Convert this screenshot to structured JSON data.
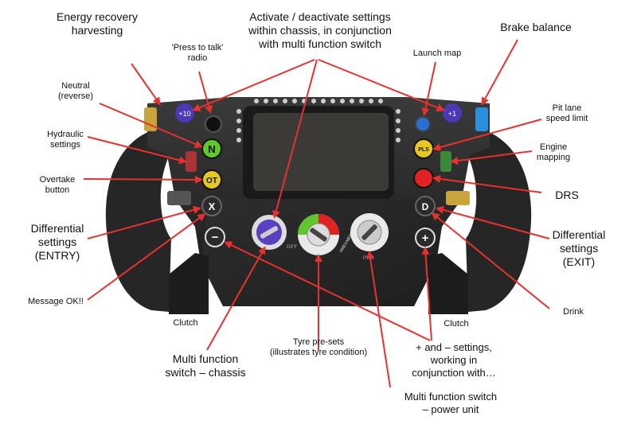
{
  "labels": {
    "energy_recovery": "Energy recovery\nharvesting",
    "press_to_talk": "'Press to talk'\nradio",
    "activate_settings": "Activate / deactivate settings\nwithin chassis, in conjunction\nwith multi function switch",
    "launch_map": "Launch map",
    "brake_balance": "Brake balance",
    "neutral": "Neutral\n(reverse)",
    "pit_lane": "Pit lane\nspeed limit",
    "hydraulic": "Hydraulic\nsettings",
    "engine_mapping": "Engine\nmapping",
    "overtake": "Overtake\nbutton",
    "drs": "DRS",
    "diff_entry": "Differential\nsettings\n(ENTRY)",
    "diff_exit": "Differential\nsettings\n(EXIT)",
    "message_ok": "Message OK!!",
    "drink": "Drink",
    "clutch_left": "Clutch",
    "clutch_right": "Clutch",
    "tyre_presets": "Tyre pre-sets\n(illustrates tyre condition)",
    "plus_minus": "+ and – settings,\nworking in\nconjunction with…",
    "mfs_chassis": "Multi function\nswitch – chassis",
    "mfs_power": "Multi function switch\n– power unit"
  },
  "buttons": {
    "plus10": "+10",
    "plus1": "+1",
    "neutral": "N",
    "overtake": "OT",
    "pit_limiter": "PLS",
    "cancel": "X",
    "drink": "D",
    "minus": "−",
    "plus": "+"
  },
  "rotary": {
    "tyre": "PREV-NEXT",
    "chassis_text": "DIFF",
    "unit_text": "PWR"
  },
  "colors": {
    "arrow": "#e8312f",
    "wheel_dark": "#242424",
    "screen": "#3c3a37",
    "green_button": "#5fc72b",
    "yellow_button": "#e6c822",
    "red_button": "#e02222",
    "purple_dial": "#5a3fc0",
    "blue_button": "#2a6fd6",
    "clutch_paddle": "#1c1c1c"
  }
}
